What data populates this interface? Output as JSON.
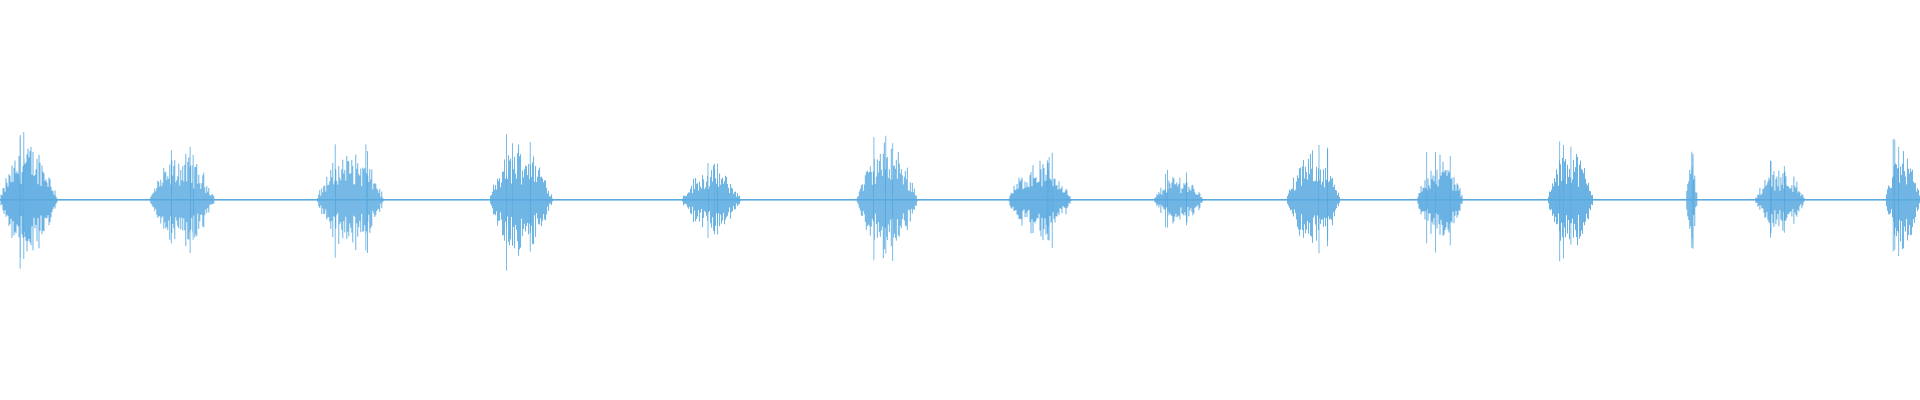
{
  "waveform": {
    "color": "#5aaae0",
    "background": "#ffffff",
    "duration_fraction_range": [
      0,
      1
    ],
    "amplitude_range": [
      -1,
      1
    ],
    "baseline_amplitude": 0.004,
    "bursts": [
      {
        "start": 0.0,
        "end": 0.03,
        "peak": 0.31
      },
      {
        "start": 0.078,
        "end": 0.112,
        "peak": 0.25
      },
      {
        "start": 0.165,
        "end": 0.2,
        "peak": 0.27
      },
      {
        "start": 0.255,
        "end": 0.288,
        "peak": 0.31
      },
      {
        "start": 0.355,
        "end": 0.386,
        "peak": 0.18
      },
      {
        "start": 0.446,
        "end": 0.478,
        "peak": 0.31
      },
      {
        "start": 0.525,
        "end": 0.558,
        "peak": 0.22
      },
      {
        "start": 0.601,
        "end": 0.627,
        "peak": 0.14
      },
      {
        "start": 0.67,
        "end": 0.698,
        "peak": 0.26
      },
      {
        "start": 0.738,
        "end": 0.762,
        "peak": 0.24
      },
      {
        "start": 0.806,
        "end": 0.83,
        "peak": 0.29
      },
      {
        "start": 0.878,
        "end": 0.884,
        "peak": 0.22
      },
      {
        "start": 0.914,
        "end": 0.94,
        "peak": 0.18
      },
      {
        "start": 0.982,
        "end": 1.0,
        "peak": 0.28
      }
    ]
  }
}
